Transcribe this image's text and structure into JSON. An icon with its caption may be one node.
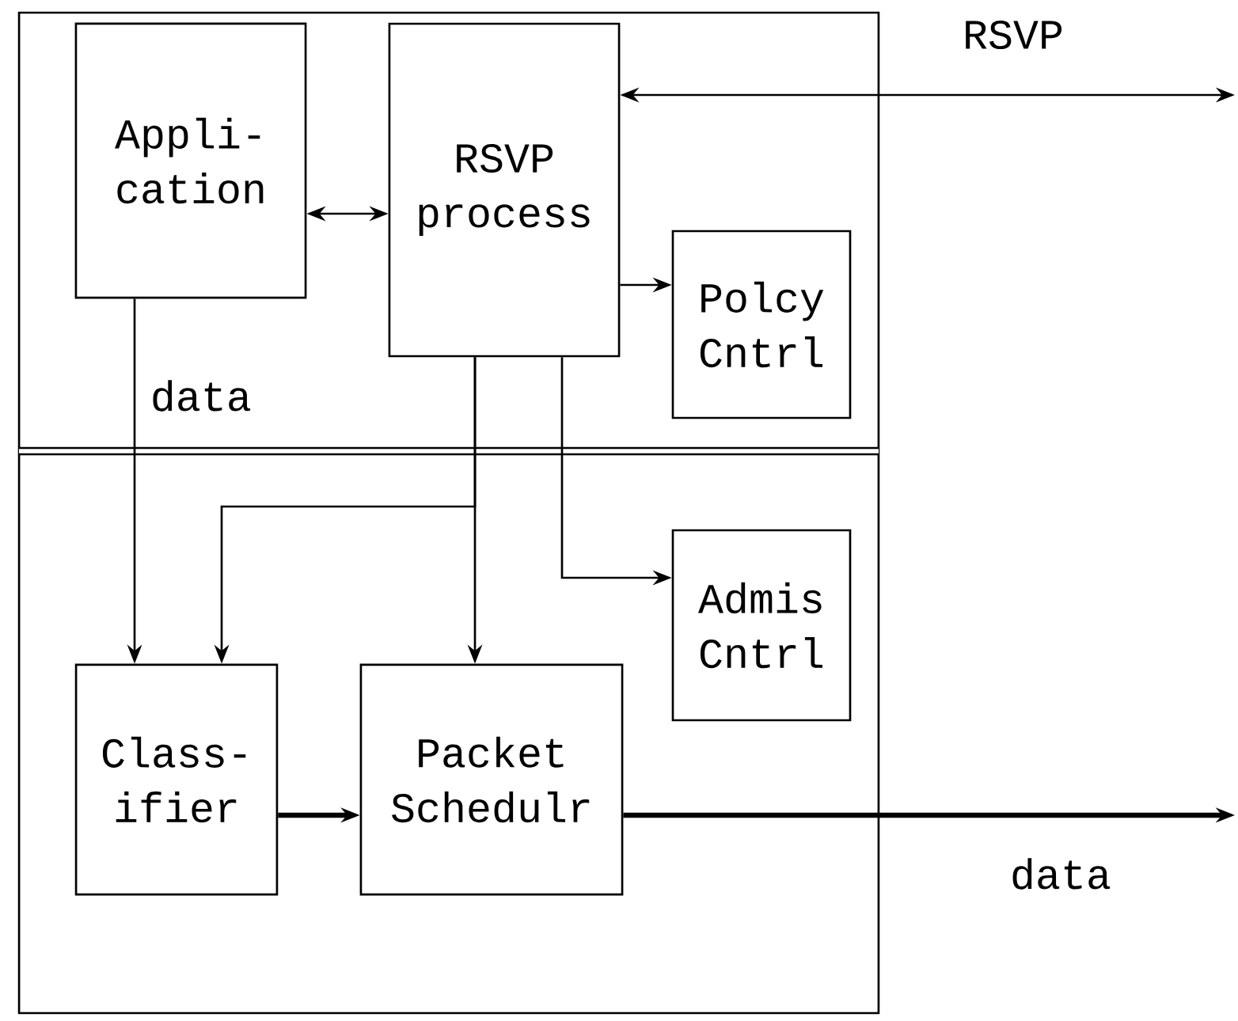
{
  "diagram": {
    "nodes": [
      {
        "text": [],
        "shape": "box"
      },
      {
        "text": [
          "Appli- cation"
        ],
        "in": 0
      },
      {
        "text": [
          "RSVP process"
        ],
        "in": 0
      },
      {
        "text": [
          "Polcy Cntrl"
        ],
        "in": 0
      },
      {
        "text": [
          "Admis Cntrl"
        ],
        "in": 0
      },
      {
        "text": [
          "Class- ifier"
        ],
        "in": 0
      },
      {
        "text": [
          "Packet Schedulr"
        ],
        "in": 0
      }
    ],
    "edges": [
      {
        "from": 1,
        "to": 2,
        "arrow": "both"
      },
      {
        "from": 2,
        "to": null,
        "arrow": "both",
        "label": "RSVP"
      },
      {
        "from": 2,
        "to": 3,
        "arrow": "to"
      },
      {
        "from": 1,
        "to": 5,
        "arrow": "to",
        "label": "data"
      },
      {
        "from": 2,
        "to": 5,
        "arrow": "to"
      },
      {
        "from": 2,
        "to": 6,
        "arrow": "to"
      },
      {
        "from": 2,
        "to": 4,
        "arrow": "to"
      },
      {
        "from": 5,
        "to": 6,
        "arrow": "to",
        "style": "thick"
      },
      {
        "from": 6,
        "to": null,
        "arrow": "to",
        "style": "thick",
        "label": "data"
      }
    ]
  }
}
